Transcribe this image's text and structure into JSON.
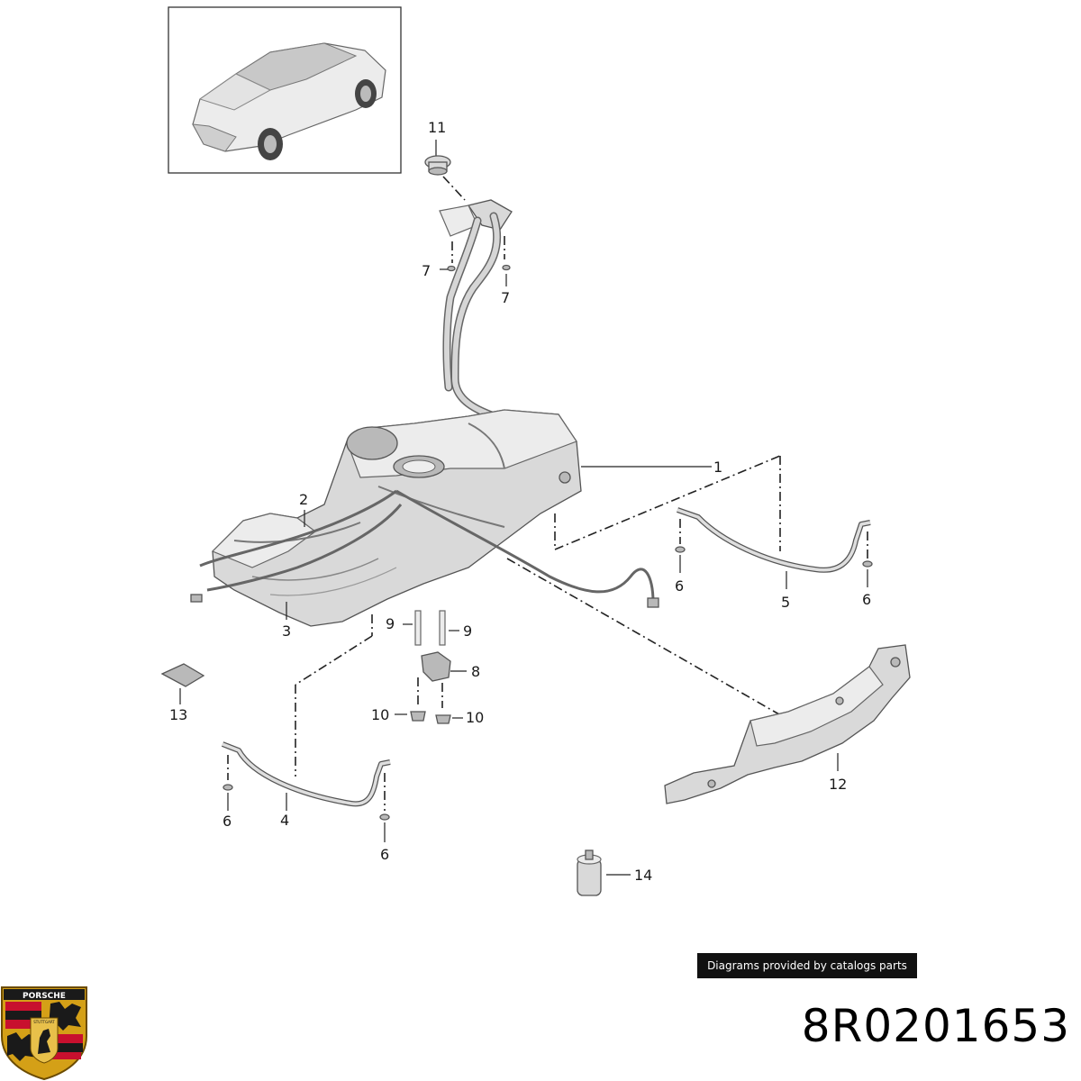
{
  "diagram": {
    "callouts": [
      "1",
      "2",
      "3",
      "4",
      "5",
      "6",
      "7",
      "8",
      "9",
      "10",
      "11",
      "12",
      "13",
      "14"
    ],
    "labels": {
      "c11": "11",
      "c7a": "7",
      "c7b": "7",
      "c1": "1",
      "c2": "2",
      "c3": "3",
      "c5": "5",
      "c6a": "6",
      "c6b": "6",
      "c9a": "9",
      "c9b": "9",
      "c8": "8",
      "c10a": "10",
      "c10b": "10",
      "c13": "13",
      "c12": "12",
      "c4": "4",
      "c6c": "6",
      "c6d": "6",
      "c14": "14"
    }
  },
  "credit": "Diagrams provided by catalogs parts",
  "part_number": "8R0201653",
  "logo": {
    "brand_text": "PORSCHE",
    "city_text": "STUTTGART"
  },
  "colors": {
    "credit_bg": "#111111",
    "parts_gray": "#d9d9d9",
    "logo_gold": "#d4a017",
    "logo_red": "#c8102e"
  }
}
